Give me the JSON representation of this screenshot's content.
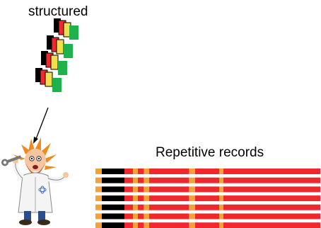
{
  "labels": {
    "structured": "structured",
    "repetitive": "Repetitive records"
  },
  "colors": {
    "black": "#000000",
    "red": "#ee2a2e",
    "yellow": "#f2dd4e",
    "green": "#1fb14b",
    "orange": "#f5a13a",
    "bar_red": "#f0282d",
    "arrow": "#000000"
  },
  "illustration": "scientist-with-wrench"
}
